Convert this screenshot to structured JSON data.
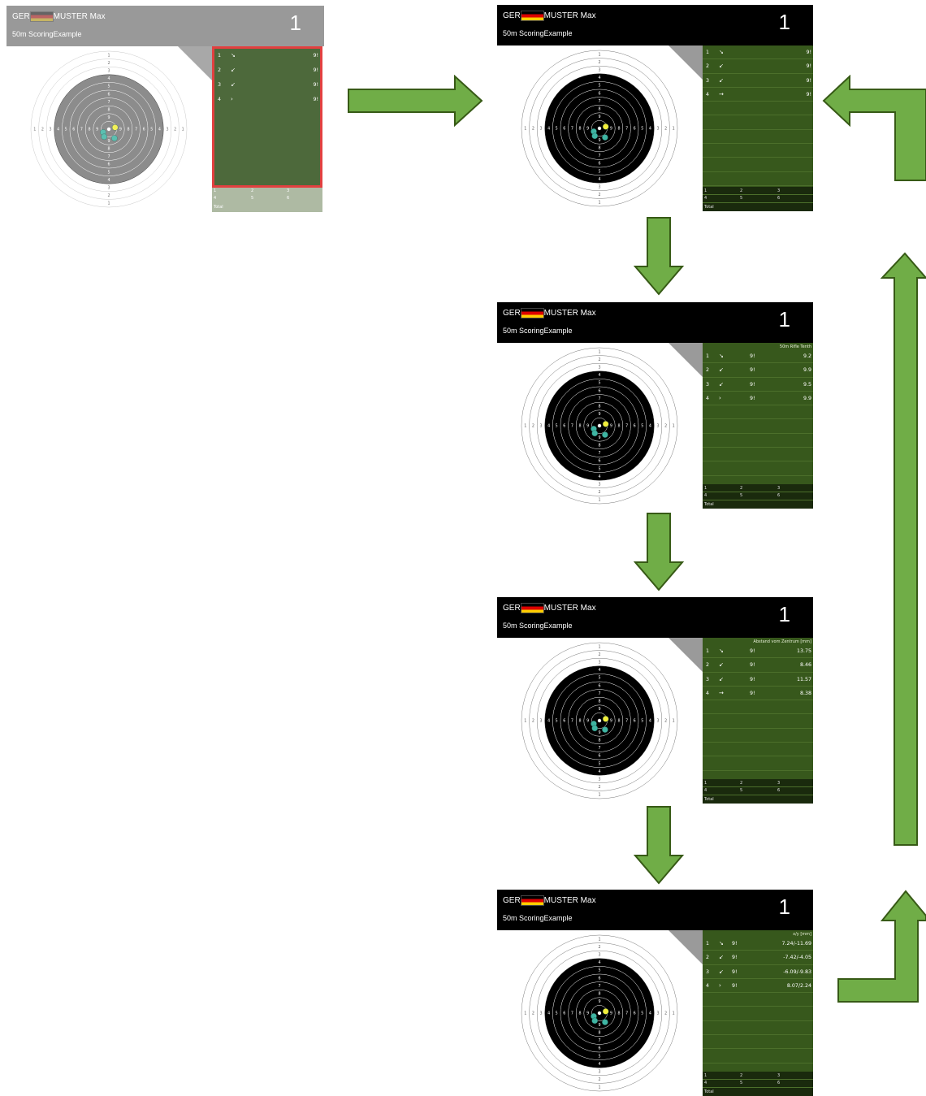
{
  "athlete": {
    "nation": "GER",
    "name": "MUSTER Max",
    "event": "50m ScoringExample",
    "position_number": "1"
  },
  "target": {
    "outer_numbers": [
      "1",
      "2",
      "3"
    ],
    "inner_numbers": [
      "4",
      "5",
      "6",
      "7",
      "8",
      "9"
    ]
  },
  "summary_grid": {
    "cells": [
      "1",
      "2",
      "3",
      "4",
      "5",
      "6"
    ],
    "total_label": "Total"
  },
  "panels": [
    {
      "column_title": "",
      "shots": [
        {
          "num": "1",
          "dir": "↘",
          "score": "",
          "val": "9!"
        },
        {
          "num": "2",
          "dir": "↙",
          "score": "",
          "val": "9!"
        },
        {
          "num": "3",
          "dir": "↙",
          "score": "",
          "val": "9!"
        },
        {
          "num": "4",
          "dir": "›",
          "score": "",
          "val": "9!"
        }
      ]
    },
    {
      "column_title": "",
      "shots": [
        {
          "num": "1",
          "dir": "↘",
          "score": "",
          "val": "9!"
        },
        {
          "num": "2",
          "dir": "↙",
          "score": "",
          "val": "9!"
        },
        {
          "num": "3",
          "dir": "↙",
          "score": "",
          "val": "9!"
        },
        {
          "num": "4",
          "dir": "→",
          "score": "",
          "val": "9!"
        }
      ]
    },
    {
      "column_title": "50m Rifle Tenth",
      "shots": [
        {
          "num": "1",
          "dir": "↘",
          "score": "9!",
          "val": "9.2"
        },
        {
          "num": "2",
          "dir": "↙",
          "score": "9!",
          "val": "9.9"
        },
        {
          "num": "3",
          "dir": "↙",
          "score": "9!",
          "val": "9.5"
        },
        {
          "num": "4",
          "dir": "›",
          "score": "9!",
          "val": "9.9"
        }
      ]
    },
    {
      "column_title": "Abstand vom Zentrum [mm]",
      "shots": [
        {
          "num": "1",
          "dir": "↘",
          "score": "9!",
          "val": "13.75"
        },
        {
          "num": "2",
          "dir": "↙",
          "score": "9!",
          "val": "8.46"
        },
        {
          "num": "3",
          "dir": "↙",
          "score": "9!",
          "val": "11.57"
        },
        {
          "num": "4",
          "dir": "→",
          "score": "9!",
          "val": "8.38"
        }
      ]
    },
    {
      "column_title": "x/y [mm]",
      "shots": [
        {
          "num": "1",
          "dir": "↘",
          "score": "9!",
          "val": "7.24/-11.69"
        },
        {
          "num": "2",
          "dir": "↙",
          "score": "9!",
          "val": "-7.42/-4.05"
        },
        {
          "num": "3",
          "dir": "↙",
          "score": "9!",
          "val": "-6.09/-9.83"
        },
        {
          "num": "4",
          "dir": "›",
          "score": "9!",
          "val": "8.07/2.24"
        }
      ]
    }
  ],
  "colors": {
    "arrow_fill": "#70ad47",
    "arrow_stroke": "#375a16",
    "side_panel": "#37581c",
    "highlight_border": "#dd1f1f",
    "shot_cyan": "#3fb5a3",
    "shot_yellow": "#f2ee3b"
  }
}
